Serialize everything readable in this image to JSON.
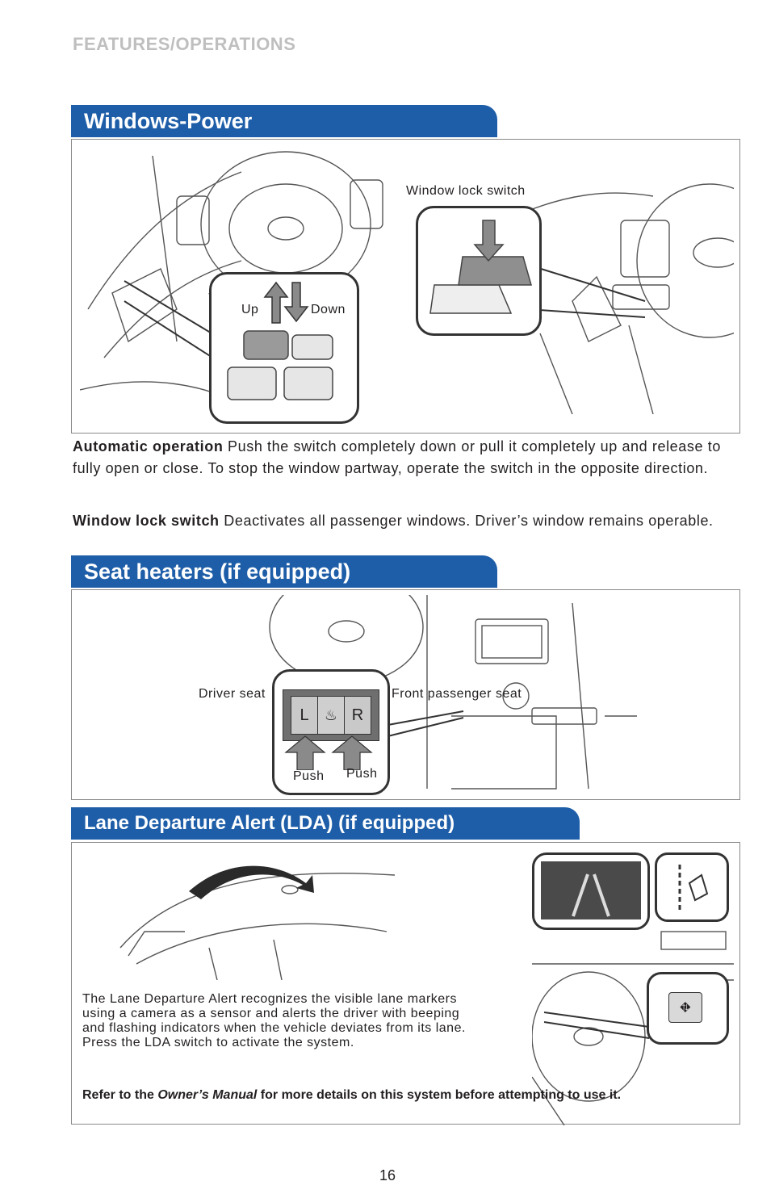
{
  "header": {
    "section": "FEATURES/OPERATIONS"
  },
  "windows": {
    "banner": "Windows-Power",
    "labels": {
      "window_lock_switch": "Window lock switch",
      "up": "Up",
      "down": "Down"
    },
    "auto_heading": "Automatic operation",
    "auto_text": "Push the switch completely down or pull it completely up and release to fully open or close. To stop the window partway, operate the switch in the opposite direction.",
    "lock_heading": "Window lock switch",
    "lock_text": "Deactivates all passenger windows. Driver’s window remains operable."
  },
  "seat": {
    "banner": "Seat heaters (if equipped)",
    "labels": {
      "driver": "Driver seat",
      "passenger": "Front passenger seat",
      "push_left": "Push",
      "push_right": "Push",
      "l": "L",
      "r": "R"
    }
  },
  "lda": {
    "banner": "Lane Departure Alert (LDA) (if equipped)",
    "description": "The Lane Departure Alert recognizes the visible lane markers using a camera as a sensor and alerts the driver with beeping and flashing indicators when the vehicle deviates from its lane. Press the LDA switch to activate the system.",
    "refer_prefix": "Refer to the ",
    "refer_manual": "Owner’s Manual",
    "refer_suffix": " for more details on this system before attempting to use it."
  },
  "footer": {
    "page_number": "16"
  },
  "colors": {
    "banner": "#1e5ea8",
    "header_gray": "#bfbfbf",
    "text": "#231f20"
  }
}
